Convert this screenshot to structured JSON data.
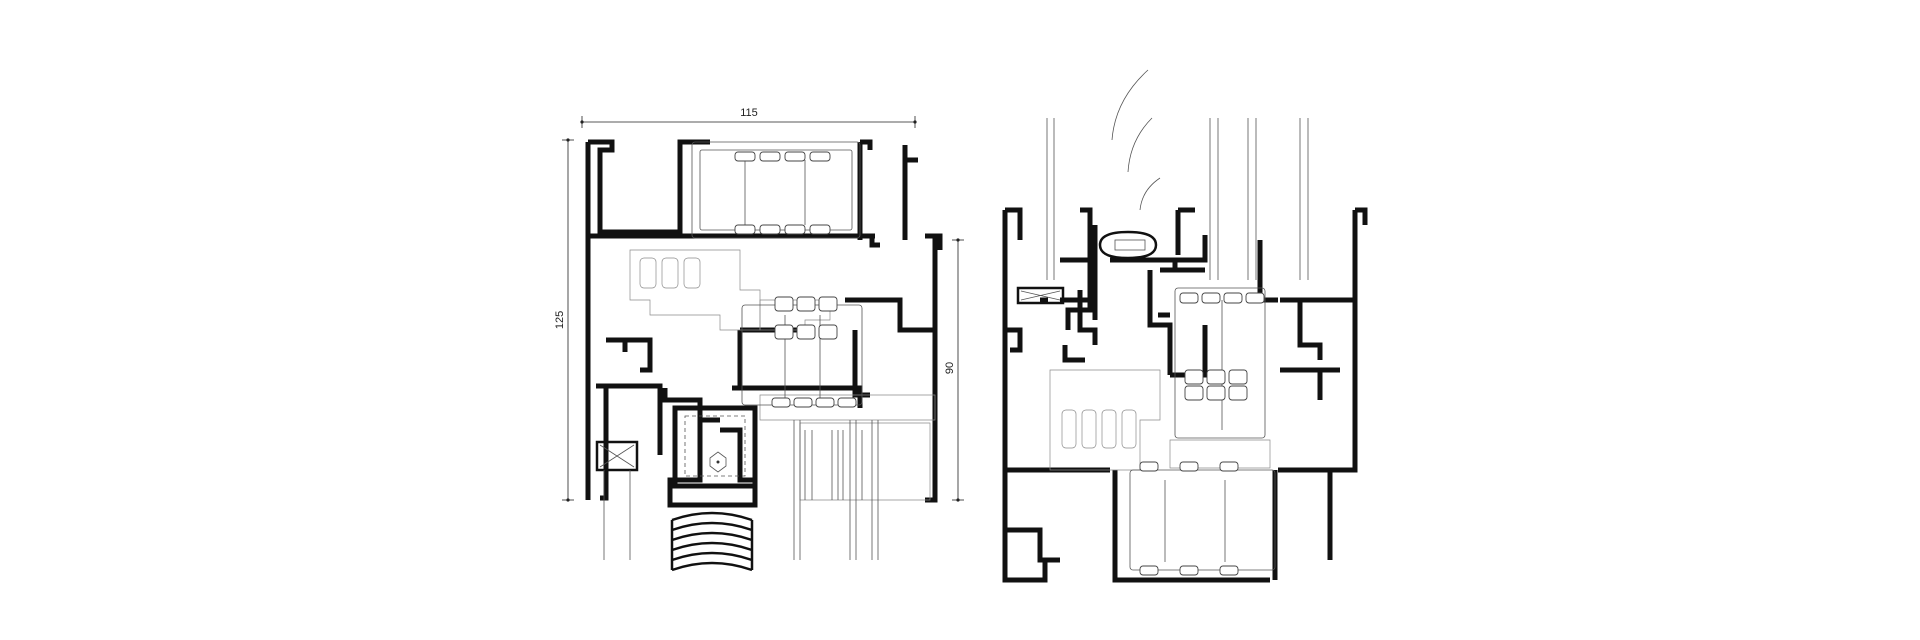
{
  "dimensions": {
    "top_width": "115",
    "left_height": "125",
    "right_height": "90"
  },
  "colors": {
    "ink": "#111111",
    "hairline": "#555555",
    "background": "#ffffff"
  }
}
